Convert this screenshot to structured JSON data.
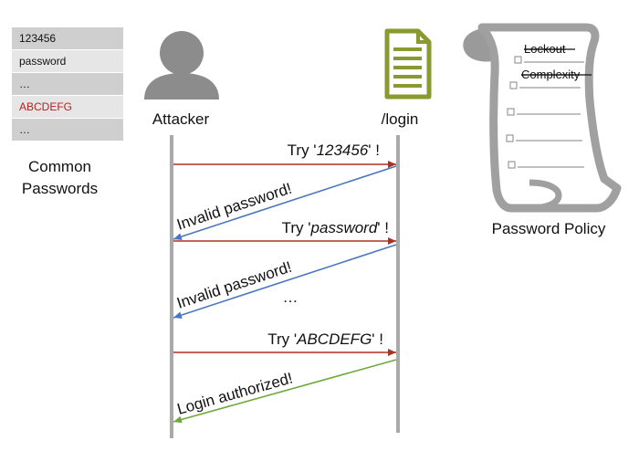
{
  "passwords": {
    "items": [
      {
        "text": "123456",
        "highlight": false
      },
      {
        "text": "password",
        "highlight": false
      },
      {
        "text": "…",
        "highlight": false
      },
      {
        "text": "ABCDEFG",
        "highlight": true
      },
      {
        "text": "…",
        "highlight": false
      }
    ],
    "caption": "Common Passwords"
  },
  "actors": {
    "attacker": "Attacker",
    "server": "/login"
  },
  "policy": {
    "caption": "Password Policy",
    "items": [
      "Lockout",
      "Complexity"
    ]
  },
  "messages": {
    "try1_prefix": "Try '",
    "try1_value": "123456",
    "try1_suffix": "' !",
    "invalid1": "Invalid password!",
    "try2_prefix": "Try '",
    "try2_value": "password",
    "try2_suffix": "' !",
    "invalid2": "Invalid password!",
    "ellipsis": "…",
    "try3_prefix": "Try '",
    "try3_value": "ABCDEFG",
    "try3_suffix": "' !",
    "authorized": "Login authorized!"
  },
  "colors": {
    "request": "#b03020",
    "invalid": "#4a78c0",
    "success": "#70a840",
    "document": "#8a9a2e",
    "lifeline": "#a9a9a9",
    "person": "#8c8c8c",
    "scroll": "#a0a0a0",
    "highlight": "#b22222"
  },
  "icons": [
    "person-icon",
    "document-icon",
    "scroll-icon"
  ]
}
